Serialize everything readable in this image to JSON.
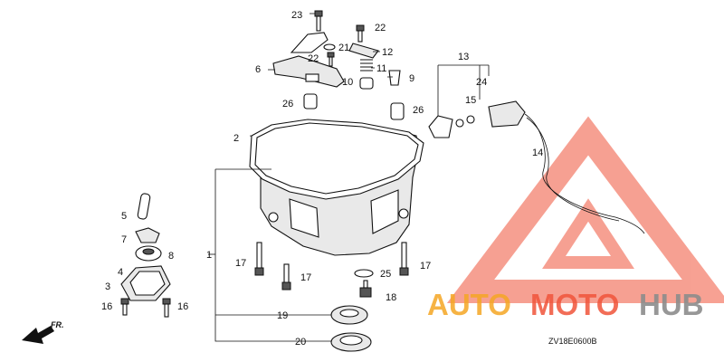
{
  "diagram": {
    "code": "ZV18E0600B",
    "direction": "FR.",
    "callouts": [
      {
        "id": "1",
        "label": "1"
      },
      {
        "id": "2",
        "label": "2"
      },
      {
        "id": "3",
        "label": "3"
      },
      {
        "id": "4",
        "label": "4"
      },
      {
        "id": "5",
        "label": "5"
      },
      {
        "id": "6",
        "label": "6"
      },
      {
        "id": "7",
        "label": "7"
      },
      {
        "id": "8",
        "label": "8"
      },
      {
        "id": "9",
        "label": "9"
      },
      {
        "id": "10",
        "label": "10"
      },
      {
        "id": "11",
        "label": "11"
      },
      {
        "id": "12",
        "label": "12"
      },
      {
        "id": "13",
        "label": "13"
      },
      {
        "id": "14",
        "label": "14"
      },
      {
        "id": "15",
        "label": "15"
      },
      {
        "id": "16a",
        "label": "16"
      },
      {
        "id": "16b",
        "label": "16"
      },
      {
        "id": "17a",
        "label": "17"
      },
      {
        "id": "17b",
        "label": "17"
      },
      {
        "id": "17c",
        "label": "17"
      },
      {
        "id": "18",
        "label": "18"
      },
      {
        "id": "19",
        "label": "19"
      },
      {
        "id": "20",
        "label": "20"
      },
      {
        "id": "21",
        "label": "21"
      },
      {
        "id": "22a",
        "label": "22"
      },
      {
        "id": "22b",
        "label": "22"
      },
      {
        "id": "23",
        "label": "23"
      },
      {
        "id": "24",
        "label": "24"
      },
      {
        "id": "25",
        "label": "25"
      },
      {
        "id": "26a",
        "label": "26"
      },
      {
        "id": "26b",
        "label": "26"
      }
    ]
  },
  "watermark": {
    "text_part1": "AUTO",
    "text_part2": "MOTO",
    "text_part3": "HUB",
    "color_primary": "#f0533a",
    "color_secondary": "#f5a623",
    "color_tertiary": "#8c8c8c"
  }
}
